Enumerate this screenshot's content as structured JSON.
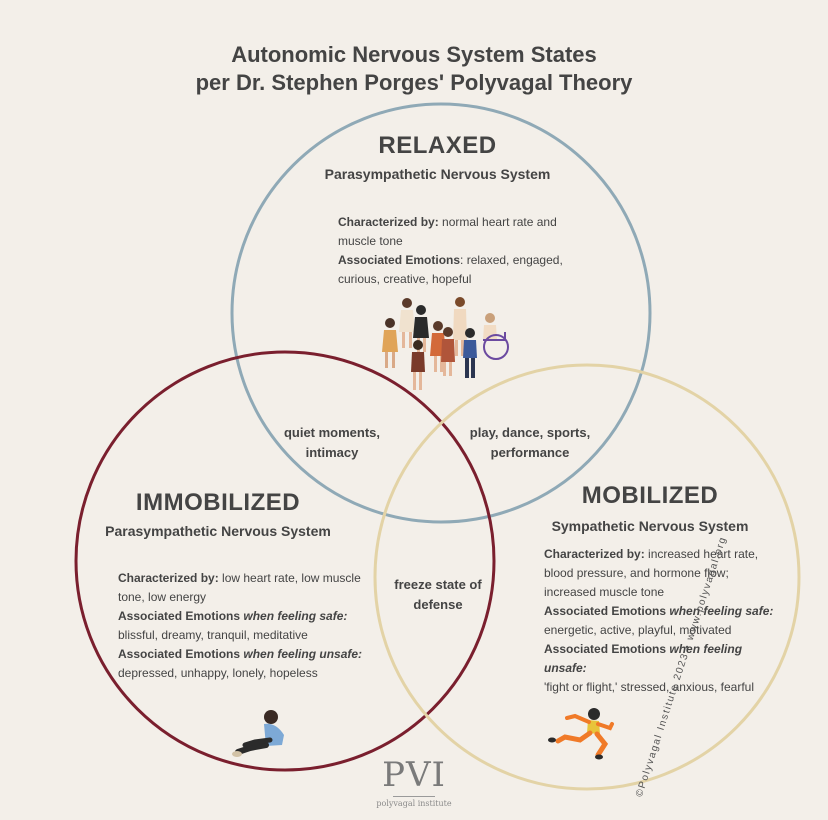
{
  "title": {
    "line1": "Autonomic Nervous System States",
    "line2": "per Dr. Stephen Porges' Polyvagal Theory"
  },
  "relaxed": {
    "name": "RELAXED",
    "system": "Parasympathetic Nervous System",
    "characterized_label": "Characterized by:",
    "characterized_line1": " normal heart rate and",
    "characterized_line2": "muscle tone",
    "emotions_label": "Associated Emotions",
    "emotions_line1": ": relaxed, engaged,",
    "emotions_line2": "curious, creative, hopeful",
    "color": "#8fa9b6"
  },
  "immobilized": {
    "name": "IMMOBILIZED",
    "system": "Parasympathetic Nervous System",
    "characterized_label": "Characterized by:",
    "characterized_line1": " low heart rate, low muscle",
    "characterized_line2": "tone, low energy",
    "safe_label": "Associated Emotions ",
    "safe_italic": "when feeling safe:",
    "safe_values": "blissful, dreamy, tranquil, meditative",
    "unsafe_label": "Associated Emotions ",
    "unsafe_italic": "when feeling unsafe:",
    "unsafe_values": "depressed, unhappy, lonely, hopeless",
    "color": "#7a1f2e"
  },
  "mobilized": {
    "name": "MOBILIZED",
    "system": "Sympathetic Nervous System",
    "characterized_label": "Characterized by:",
    "characterized_line1": " increased heart rate,",
    "characterized_line2": "blood pressure, and hormone flow;",
    "characterized_line3": "increased muscle tone",
    "safe_label": "Associated Emotions ",
    "safe_italic": "when feeling safe:",
    "safe_values": "energetic, active, playful, motivated",
    "unsafe_label": "Associated Emotions ",
    "unsafe_italic": "when feeling unsafe:",
    "unsafe_values": "'fight or flight,' stressed, anxious, fearful",
    "color": "#e3d3a6"
  },
  "overlaps": {
    "relaxed_immobilized_line1": "quiet moments,",
    "relaxed_immobilized_line2": "intimacy",
    "relaxed_mobilized_line1": "play, dance, sports,",
    "relaxed_mobilized_line2": "performance",
    "immobilized_mobilized_line1": "freeze state of",
    "immobilized_mobilized_line2": "defense"
  },
  "logo": {
    "mark": "PVI",
    "name": "polyvagal institute"
  },
  "credit": "©Polyvagal Institute 2023  •  www.polyvagal.org",
  "icons": [
    "group-of-people-icon",
    "sitting-person-icon",
    "running-person-icon"
  ]
}
